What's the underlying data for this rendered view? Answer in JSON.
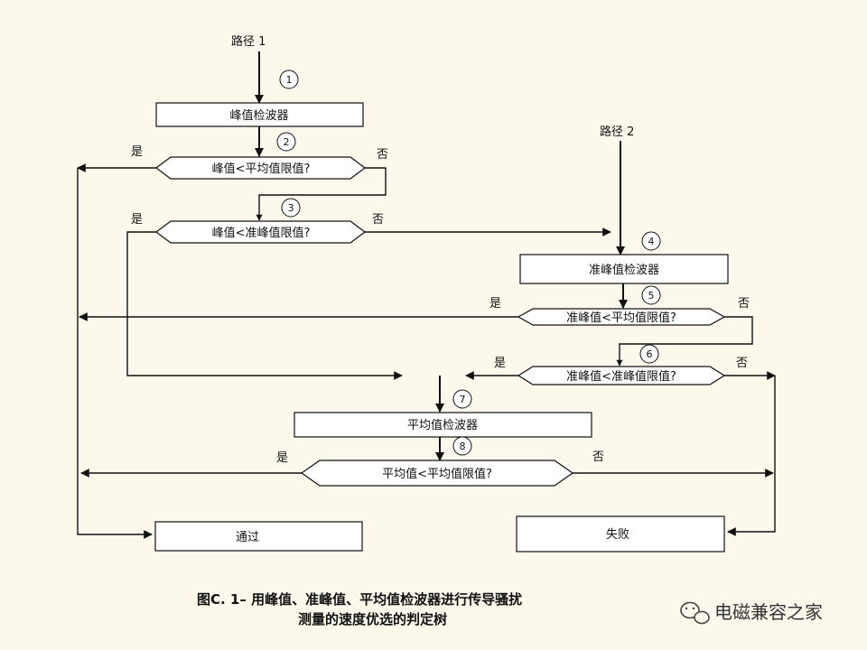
{
  "inputs": {
    "path1": "路径 1",
    "path2": "路径 2"
  },
  "nodes": {
    "peak_detector": "峰值检波器",
    "decision_peak_avg": "峰值<平均值限值?",
    "decision_peak_qp": "峰值<准峰值限值?",
    "qp_detector": "准峰值检波器",
    "decision_qp_avg": "准峰值<平均值限值?",
    "decision_qp_qp": "准峰值<准峰值限值?",
    "avg_detector": "平均值检波器",
    "decision_avg_avg": "平均值<平均值限值?",
    "pass": "通过",
    "fail": "失败"
  },
  "branches": {
    "yes": "是",
    "no": "否"
  },
  "steps": [
    "1",
    "2",
    "3",
    "4",
    "5",
    "6",
    "7",
    "8"
  ],
  "caption": {
    "line1": "图C. 1–  用峰值、准峰值、平均值检波器进行传导骚扰",
    "line2": "测量的速度优选的判定树"
  },
  "watermark": {
    "text": "电磁兼容之家"
  },
  "colors": {
    "background": "#fcf8ec",
    "line": "#111111"
  }
}
